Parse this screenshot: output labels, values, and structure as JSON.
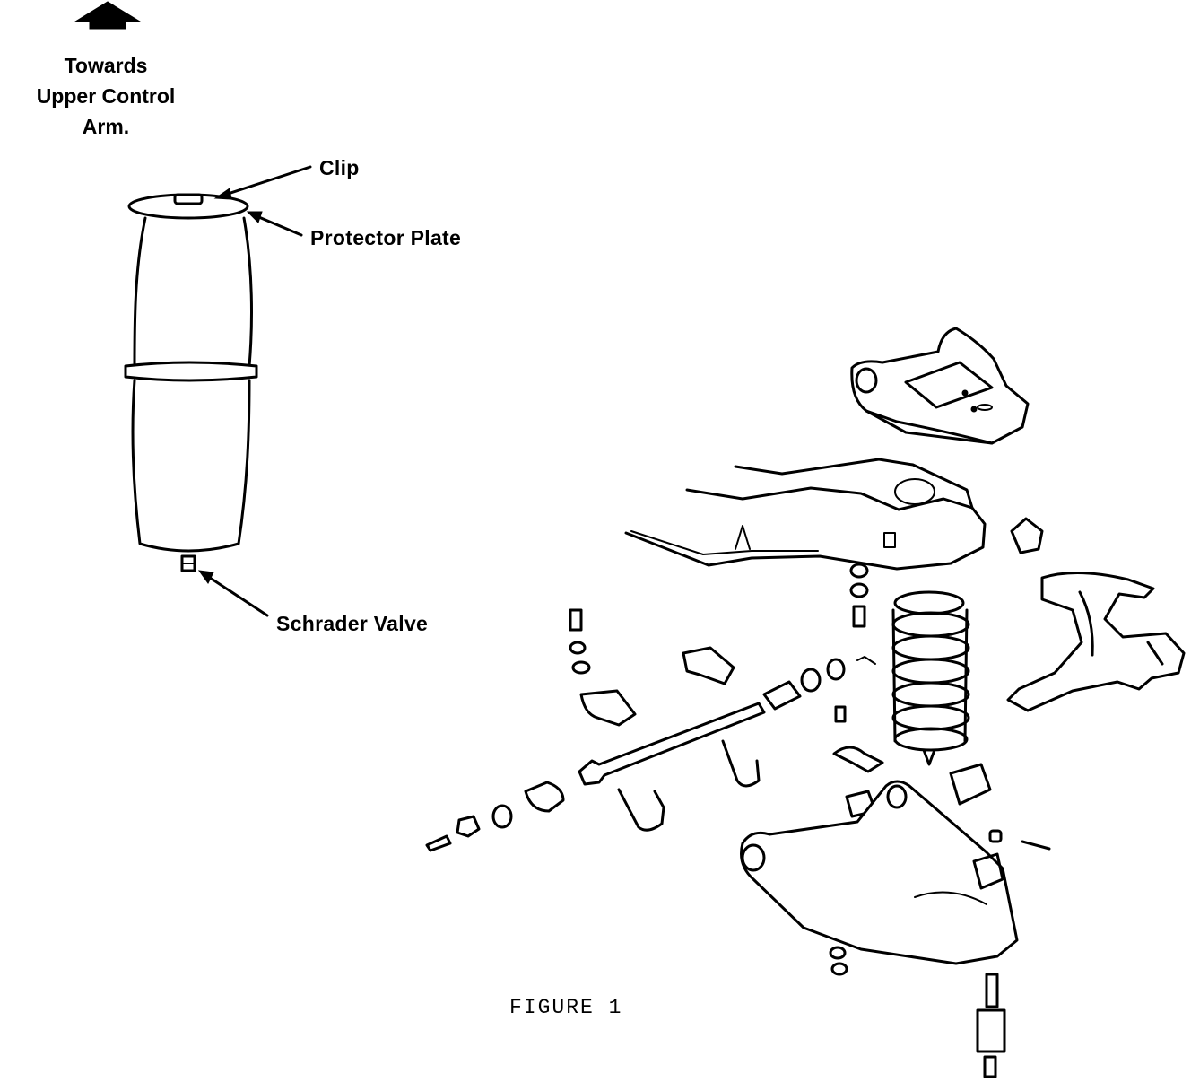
{
  "direction": {
    "line1": "Towards",
    "line2": "Upper Control",
    "line3": "Arm.",
    "icon": "arrow-up-icon"
  },
  "callouts": {
    "clip": "Clip",
    "protector_plate": "Protector Plate",
    "schrader_valve": "Schrader Valve"
  },
  "caption": "FIGURE 1",
  "colors": {
    "ink": "#000000",
    "paper": "#ffffff"
  }
}
